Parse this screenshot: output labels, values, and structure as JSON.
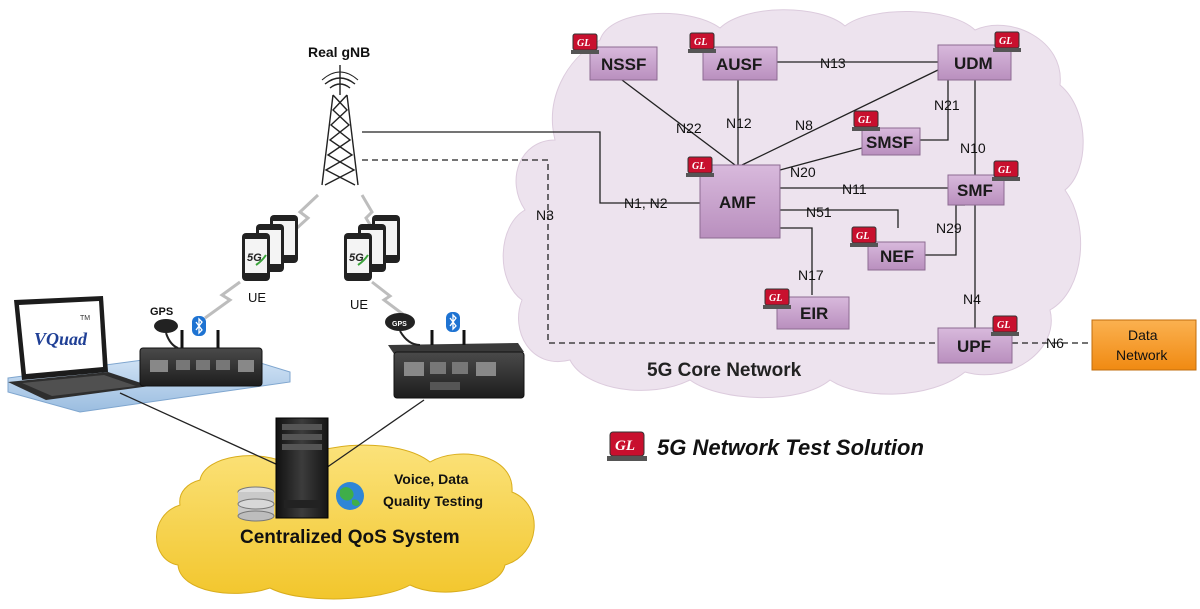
{
  "tower_label": "Real gNB",
  "core": {
    "title": "5G Core Network",
    "functions": {
      "nssf": "NSSF",
      "ausf": "AUSF",
      "udm": "UDM",
      "smsf": "SMSF",
      "amf": "AMF",
      "smf": "SMF",
      "nef": "NEF",
      "eir": "EIR",
      "upf": "UPF"
    },
    "interfaces": {
      "n13": "N13",
      "n22": "N22",
      "n12": "N12",
      "n8": "N8",
      "n21": "N21",
      "n10": "N10",
      "n20": "N20",
      "n11": "N11",
      "n1n2": "N1, N2",
      "n51": "N51",
      "n29": "N29",
      "n17": "N17",
      "n4": "N4",
      "n3": "N3",
      "n6": "N6"
    },
    "badge_text": "GL"
  },
  "data_network": {
    "line1": "Data",
    "line2": "Network"
  },
  "ue_label": "UE",
  "phone_badge": "5G",
  "gps_label": "GPS",
  "gps_label_small": "GPS",
  "laptop_logo": "VQuad",
  "laptop_logo_tm": "TM",
  "qos": {
    "title": "Centralized QoS System",
    "subtitle_line1": "Voice, Data",
    "subtitle_line2": "Quality Testing"
  },
  "test_solution": {
    "badge": "GL",
    "title": "5G Network Test Solution"
  },
  "colors": {
    "nf_fill": "#c8a4cc",
    "cloud_fill": "#ede3ee",
    "qos_cloud": "#f6d44a",
    "data_network": "#f7941d",
    "gl_badge": "#c8102e"
  }
}
